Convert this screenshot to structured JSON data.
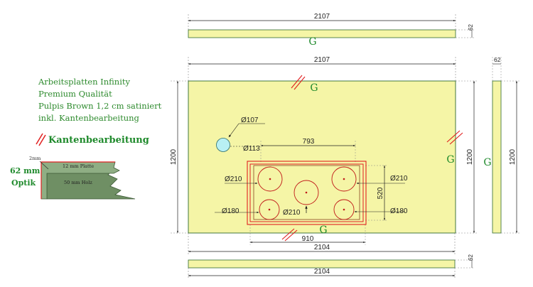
{
  "info": {
    "line1": "Arbeitsplatten Infinity",
    "line2": "Premium Qualität",
    "line3": "Pulpis Brown 1,2 cm  satiniert",
    "line4": "inkl. Kantenbearbeitung"
  },
  "legend": {
    "label": "Kantenbearbeitung"
  },
  "profile": {
    "thickness_top": "2mm",
    "plate_label": "12 mm Platte",
    "wood_label": "50 mm Holz",
    "optik_mm": "62 mm",
    "optik_word": "Optik"
  },
  "top_strip": {
    "length": "2107",
    "height": "62",
    "g": "G"
  },
  "bottom_strip": {
    "length": "2104",
    "height": "62"
  },
  "main": {
    "top_length": "2107",
    "bottom_length": "2104",
    "left_height": "1200",
    "right_height": "1200",
    "g_top": "G",
    "g_right": "G",
    "g_bottom": "G"
  },
  "side_view": {
    "width": "62",
    "height": "1200",
    "g": "G"
  },
  "cutout": {
    "width": "793",
    "height": "520",
    "offset_left": "910",
    "hole_diameter": "Ø107",
    "hole_offset": "Ø113",
    "burner_tl": "Ø210",
    "burner_tr": "Ø210",
    "burner_c": "Ø210",
    "burner_bl": "Ø180",
    "burner_br": "Ø180"
  },
  "colors": {
    "slab": "#f5f5a6",
    "edge": "#2f6a2f",
    "accent": "#e02020",
    "g_letter": "#1f8a2c"
  }
}
